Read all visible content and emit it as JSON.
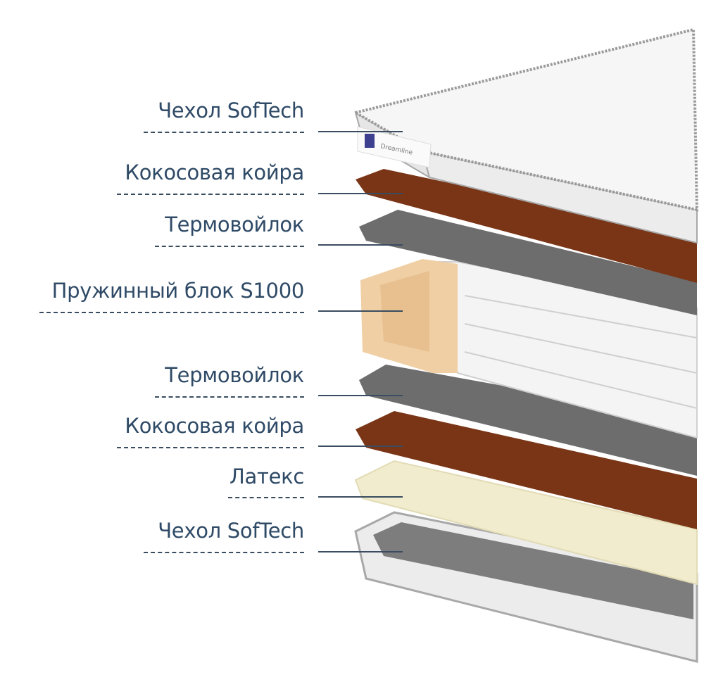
{
  "layers": [
    {
      "label": "Чехол SofTech"
    },
    {
      "label": "Кокосовая койра"
    },
    {
      "label": "Термовойлок"
    },
    {
      "label": "Пружинный блок S1000"
    },
    {
      "label": "Термовойлок"
    },
    {
      "label": "Кокосовая койра"
    },
    {
      "label": "Латекс"
    },
    {
      "label": "Чехол SofTech"
    }
  ],
  "logo_text": "Dreamline",
  "colors": {
    "text": "#2f4a66",
    "cover": "#f2f2f2",
    "coir": "#7a3517",
    "felt": "#6d6d6d",
    "foam": "#f0cfa4",
    "latex": "#f1ecce"
  }
}
